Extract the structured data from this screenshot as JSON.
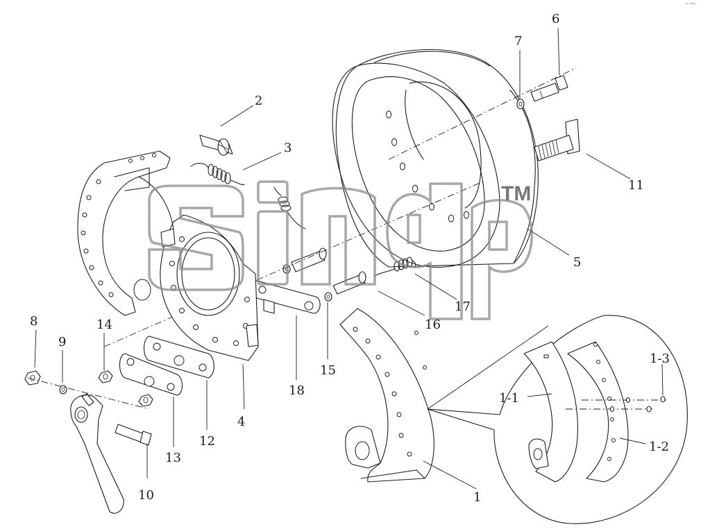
{
  "corner_text": "ᵃᵇ ⁰⁰⁰⁰",
  "watermark": {
    "logo_icon": "brand-logo-outline",
    "trademark": "TM",
    "color": "#888888"
  },
  "callouts": {
    "c1": "1",
    "c1_1": "1-1",
    "c1_2": "1-2",
    "c1_3": "1-3",
    "c2": "2",
    "c3": "3",
    "c4": "4",
    "c5": "5",
    "c6": "6",
    "c7": "7",
    "c8": "8",
    "c9": "9",
    "c10": "10",
    "c11": "11",
    "c12": "12",
    "c13": "13",
    "c14": "14",
    "c15": "15",
    "c16": "16",
    "c17": "17",
    "c18": "18"
  }
}
